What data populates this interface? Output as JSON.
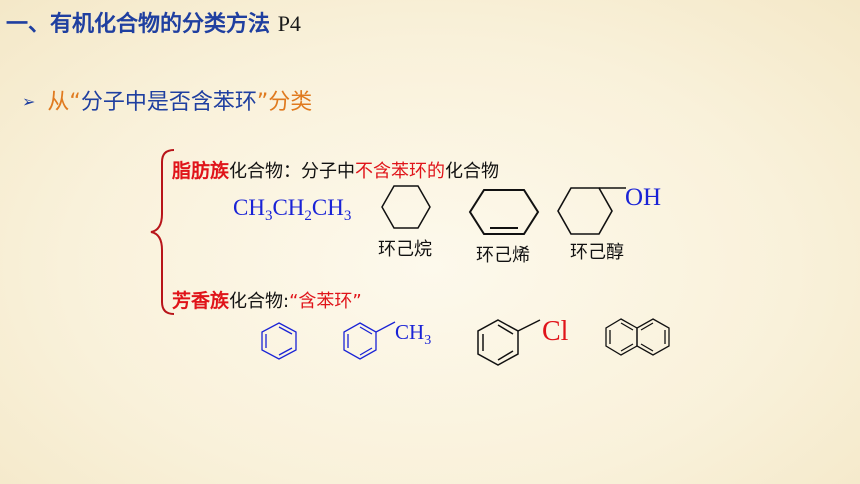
{
  "title": {
    "main": "一、有机化合物的分类方法",
    "page_ref": "P4"
  },
  "bullet": {
    "prefix": "从",
    "quote_open": "“",
    "keyword": "分子中是否含苯环",
    "quote_close": "”",
    "suffix": "分类"
  },
  "aliphatic": {
    "term": "脂肪族",
    "mid": "化合物：分子中",
    "highlight": "不含苯环的",
    "end": "化合物",
    "formula": {
      "p1": "CH",
      "s1": "3",
      "p2": "CH",
      "s2": "2",
      "p3": "CH",
      "s3": "3"
    },
    "captions": [
      "环己烷",
      "环己烯",
      "环己醇"
    ],
    "oh_label": "OH"
  },
  "aromatic": {
    "term": "芳香族",
    "mid": "化合物:",
    "quoted": "“含苯环”",
    "ch3": {
      "p": "CH",
      "s": "3"
    },
    "cl_label": "Cl"
  },
  "colors": {
    "title_blue": "#1f3fa0",
    "accent_red": "#e0141a",
    "accent_orange": "#e07a1f",
    "molecule_blue": "#1a23d6"
  },
  "icons": [
    "arrow-bullet-icon",
    "brace-icon",
    "cyclohexane-icon",
    "cyclohexene-icon",
    "cyclohexanol-icon",
    "benzene-icon",
    "toluene-icon",
    "chlorobenzene-icon",
    "naphthalene-icon"
  ]
}
